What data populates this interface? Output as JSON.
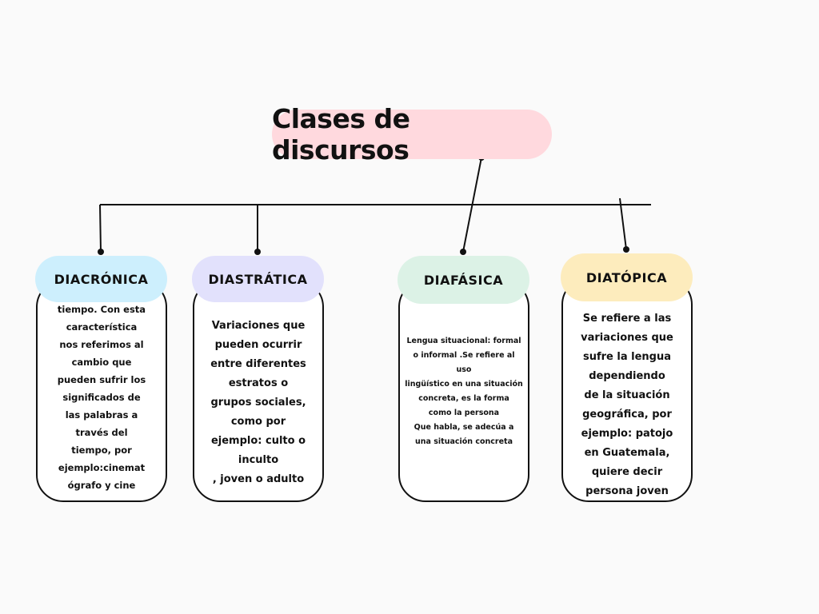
{
  "title": "Clases de discursos",
  "colors": {
    "title_fill": "#ffd9de",
    "diacronica_fill": "#cdeffd",
    "diastratica_fill": "#e2e1fc",
    "diafasica_fill": "#dcf2e6",
    "diatopica_fill": "#fdecbd",
    "line": "#111111"
  },
  "nodes": [
    {
      "label": "DIACRÓNICA",
      "text": "tiempo. Con esta\ncaracterística\nnos referimos al\ncambio que\npueden sufrir los\nsignificados de\nlas palabras a\ntravés del\ntiempo, por\nejemplo:cinemat\nógrafo y cine"
    },
    {
      "label": "DIASTRÁTICA",
      "text": "Variaciones que\npueden ocurrir\nentre diferentes\nestratos o\ngrupos sociales,\ncomo por\nejemplo: culto o\ninculto\n, joven o adulto"
    },
    {
      "label": "DIAFÁSICA",
      "text": "Lengua situacional: formal\no informal .Se refiere al\nuso\nlingüístico en una situación\nconcreta, es la forma\ncomo la persona\nQue habla, se adecúa a\nuna situación concreta"
    },
    {
      "label": "DIATÓPICA",
      "text": "Se refiere a las\nvariaciones que\nsufre la lengua\ndependiendo\nde la situación\ngeográfica, por\nejemplo: patojo\nen Guatemala,\nquiere decir\npersona joven"
    }
  ]
}
